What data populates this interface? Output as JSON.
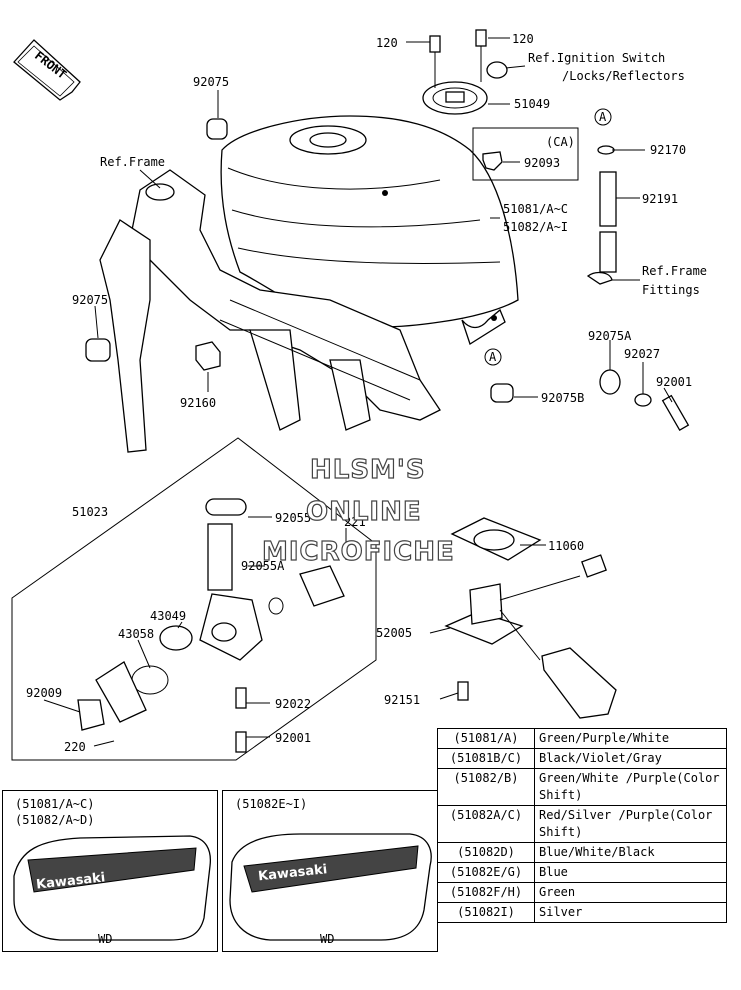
{
  "front_arrow": "FRONT",
  "labels": {
    "p120a": "120",
    "p120b": "120",
    "ref_ign1": "Ref.Ignition Switch",
    "ref_ign2": "/Locks/Reflectors",
    "p51049": "51049",
    "p92075_top": "92075",
    "ca": "(CA)",
    "p92093": "92093",
    "circle_a_top": "A",
    "p92170": "92170",
    "ref_frame": "Ref.Frame",
    "p92191": "92191",
    "tank1": "51081/A~C",
    "tank2": "51082/A~I",
    "ref_fit1": "Ref.Frame",
    "ref_fit2": "Fittings",
    "p92075_left": "92075",
    "p92075A": "92075A",
    "p92027": "92027",
    "circle_a_mid": "A",
    "p92001_right": "92001",
    "p92160": "92160",
    "p92075B": "92075B",
    "p51023": "51023",
    "p92055": "92055",
    "p221": "221",
    "p92055A": "92055A",
    "p11060": "11060",
    "p43049": "43049",
    "p43058": "43058",
    "p52005": "52005",
    "p92009": "92009",
    "p92022": "92022",
    "p92151": "92151",
    "p220": "220",
    "p92001_bottom": "92001"
  },
  "watermark": [
    "HLSM'S",
    "ONLINE",
    "MICROFICHE"
  ],
  "color_table": [
    {
      "code": "(51081/A)",
      "color": "Green/Purple/White"
    },
    {
      "code": "(51081B/C)",
      "color": "Black/Violet/Gray"
    },
    {
      "code": "(51082/B)",
      "color": "Green/White /Purple(Color Shift)"
    },
    {
      "code": "(51082A/C)",
      "color": "Red/Silver /Purple(Color Shift)"
    },
    {
      "code": "(51082D)",
      "color": "Blue/White/Black"
    },
    {
      "code": "(51082E/G)",
      "color": "Blue"
    },
    {
      "code": "(51082F/H)",
      "color": "Green"
    },
    {
      "code": "(51082I)",
      "color": "Silver"
    }
  ],
  "emblem_left": {
    "line1": "(51081/A~C)",
    "line2": "(51082/A~D)",
    "brand": "Kawasaki",
    "caption": "WD"
  },
  "emblem_right": {
    "line1": "(51082E~I)",
    "brand": "Kawasaki",
    "caption": "WD"
  }
}
